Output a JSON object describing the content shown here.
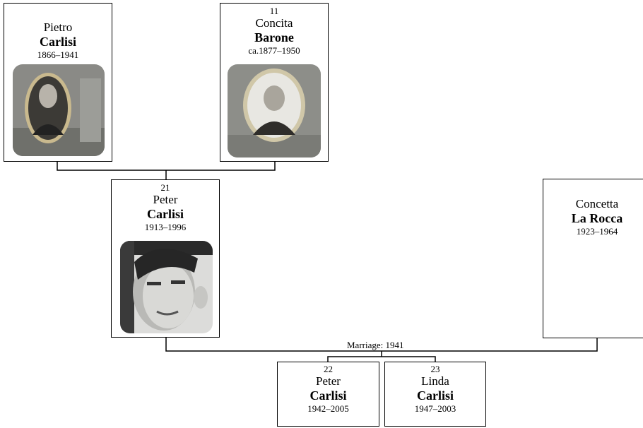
{
  "people": {
    "pietro": {
      "number": "",
      "given": "Pietro",
      "surname": "Carlisi",
      "dates": "1866–1941",
      "photo": "oval-portrait-elderly-man"
    },
    "concita": {
      "number": "11",
      "given": "Concita",
      "surname": "Barone",
      "dates": "ca.1877–1950",
      "photo": "oval-portrait-elderly-woman"
    },
    "peter_sr": {
      "number": "21",
      "given": "Peter",
      "surname": "Carlisi",
      "dates": "1913–1996",
      "photo": "portrait-man-black-and-white"
    },
    "concetta": {
      "number": "",
      "given": "Concetta",
      "surname": "La Rocca",
      "dates": "1923–1964"
    },
    "peter_jr": {
      "number": "22",
      "given": "Peter",
      "surname": "Carlisi",
      "dates": "1942–2005"
    },
    "linda": {
      "number": "23",
      "given": "Linda",
      "surname": "Carlisi",
      "dates": "1947–2003"
    }
  },
  "marriage": {
    "label": "Marriage: 1941"
  },
  "colors": {
    "line": "#000000",
    "box_border": "#000000",
    "background": "#ffffff"
  }
}
